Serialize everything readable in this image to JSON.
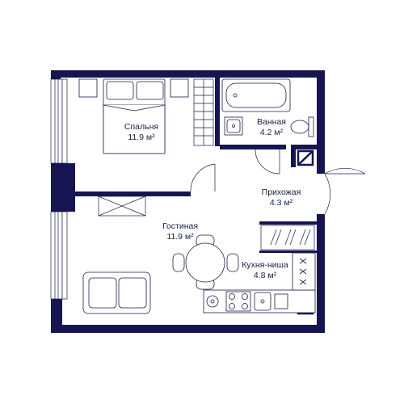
{
  "colors": {
    "wall": "#161552",
    "line": "#1b1b4b",
    "fixture_fill": "#ffffff",
    "hatch": "#1b1b4b"
  },
  "rooms": {
    "bedroom": {
      "name": "Спальня",
      "area": "11.9 м²"
    },
    "bathroom": {
      "name": "Ванная",
      "area": "4.2 м²"
    },
    "hallway": {
      "name": "Прихожая",
      "area": "4.3 м²"
    },
    "living": {
      "name": "Гостиная",
      "area": "11.9 м²"
    },
    "kitchen": {
      "name": "Кухня-ниша",
      "area": "4.8 м²"
    }
  },
  "icons": [
    "bed-icon",
    "bathtub-icon",
    "sink-icon",
    "toilet-icon",
    "sofa-icon",
    "dining-table-icon",
    "stove-icon",
    "wardrobe-icon",
    "door-icon",
    "window-icon"
  ]
}
